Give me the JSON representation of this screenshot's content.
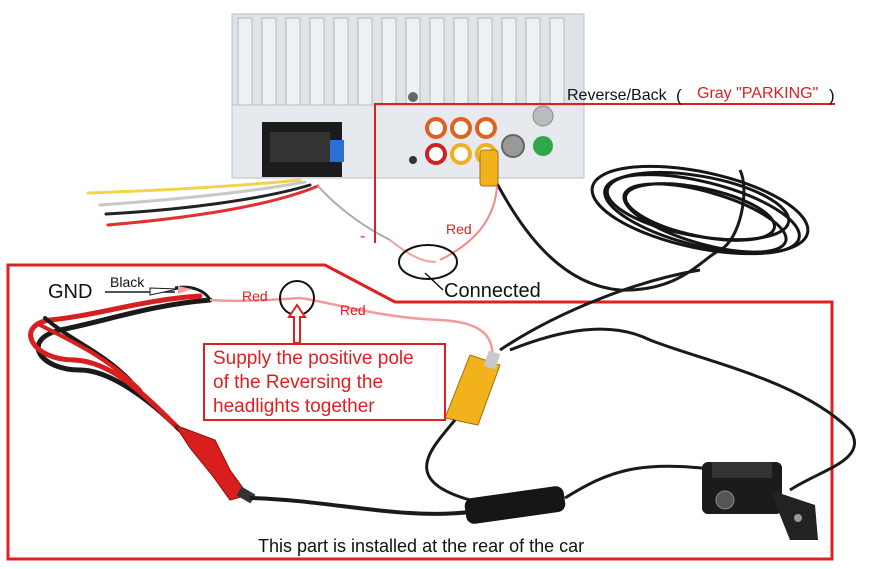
{
  "labels": {
    "reverse_back": "Reverse/Back",
    "open_paren": "(",
    "gray_parking": "Gray  \"PARKING\"",
    "close_paren": ")",
    "red_top": "Red",
    "connected": "Connected",
    "gnd": "GND",
    "black": "Black",
    "red_left": "Red",
    "red_right": "Red",
    "minus": "-",
    "supply_lines": [
      "Supply the positive pole",
      "of the Reversing the",
      "headlights together"
    ],
    "rear_note": "This part is installed at the rear of the car"
  },
  "colors": {
    "annotation_red": "#e02020",
    "cable_black": "#1a1a1a",
    "cable_red": "#d81e1e",
    "rca_yellow": "#f2b21b",
    "unit_gray": "#d9dde2"
  }
}
